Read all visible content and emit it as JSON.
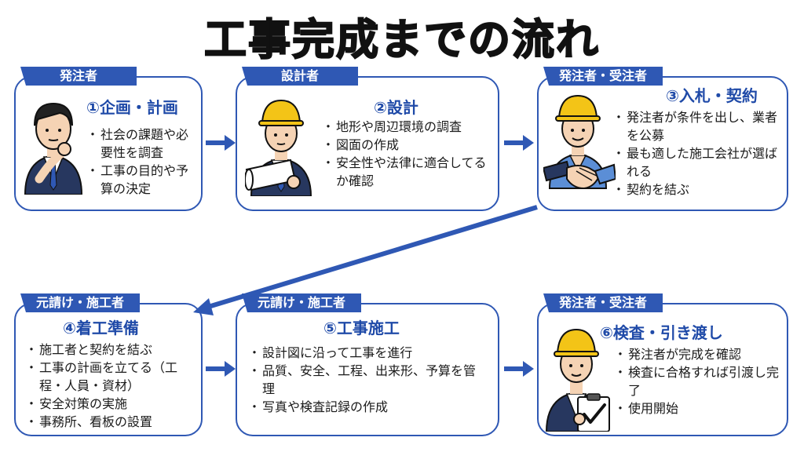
{
  "title": "工事完成までの流れ",
  "colors": {
    "accent": "#2f58b4",
    "step_title": "#1f4aa8",
    "helmet": "#f3c417",
    "suit": "#27375f"
  },
  "steps": [
    {
      "role": "発注者",
      "title": "①企画・計画",
      "items": [
        "社会の課題や必要性を調査",
        "工事の目的や予算の決定"
      ],
      "icon": "thinking-man-icon"
    },
    {
      "role": "設計者",
      "title": "②設計",
      "items": [
        "地形や周辺環境の調査",
        "図面の作成",
        "安全性や法律に適合してるか確認"
      ],
      "icon": "engineer-with-blueprint-icon"
    },
    {
      "role": "発注者・受注者",
      "title": "③入札・契約",
      "items": [
        "発注者が条件を出し、業者を公募",
        "最も適した施工会社が選ばれる",
        "契約を結ぶ"
      ],
      "icon": "handshake-worker-icon"
    },
    {
      "role": "元請け・施工者",
      "title": "④着工準備",
      "items": [
        "施工者と契約を結ぶ",
        "工事の計画を立てる（工程・人員・資材）",
        "安全対策の実施",
        "事務所、看板の設置"
      ],
      "icon": ""
    },
    {
      "role": "元請け・施工者",
      "title": "⑤工事施工",
      "items": [
        "設計図に沿って工事を進行",
        "品質、安全、工程、出来形、予算を管理",
        "写真や検査記録の作成"
      ],
      "icon": ""
    },
    {
      "role": "発注者・受注者",
      "title": "⑥検査・引き渡し",
      "items": [
        "発注者が完成を確認",
        "検査に合格すれば引渡し完了",
        "使用開始"
      ],
      "icon": "inspector-with-checklist-icon"
    }
  ]
}
